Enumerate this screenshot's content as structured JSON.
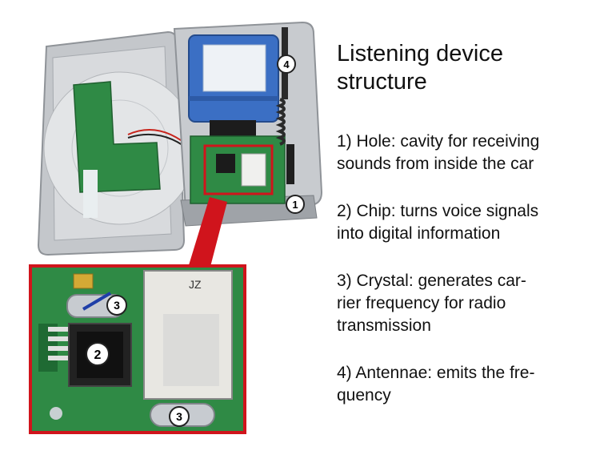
{
  "title_lines": [
    "Listening device",
    "structure"
  ],
  "items": [
    {
      "lines": [
        "1) Hole: cavity for receiving",
        "sounds from inside the car"
      ]
    },
    {
      "lines": [
        "2) Chip: turns voice signals",
        "into digital information"
      ]
    },
    {
      "lines": [
        "3) Crystal: generates car-",
        "rier frequency for radio",
        "transmission"
      ]
    },
    {
      "lines": [
        "4) Antennae: emits the fre-",
        "quency"
      ]
    }
  ],
  "markers": {
    "hole": "1",
    "chip": "2",
    "crystal_top": "3",
    "crystal_bottom": "3",
    "antenna": "4"
  },
  "crystal_label": "JZ",
  "colors": {
    "highlight": "#d0141c",
    "pcb_green": "#2f8a45",
    "battery_blue": "#3b6fc4",
    "casing_gray": "#b9bcc0",
    "marker_fill": "#ffffff"
  }
}
